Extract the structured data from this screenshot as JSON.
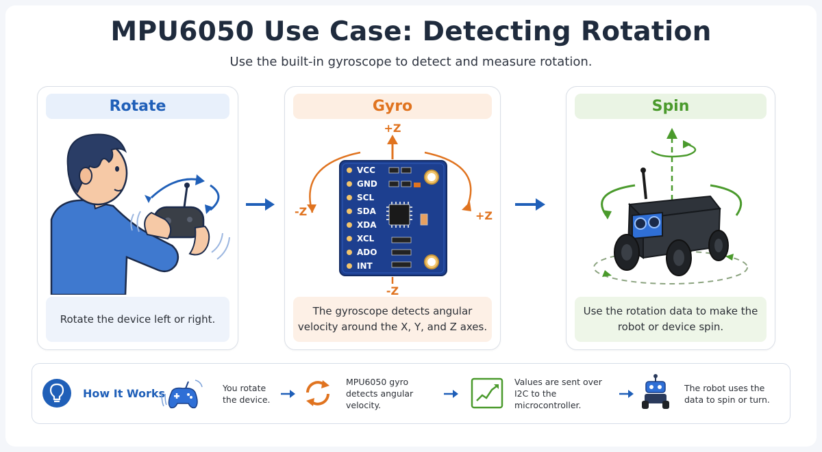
{
  "title": "MPU6050 Use Case: Detecting Rotation",
  "subtitle": "Use the built-in gyroscope to detect and measure rotation.",
  "colors": {
    "blue": "#1f5fb8",
    "orange": "#e0731f",
    "green": "#4a9a2c",
    "board": "#1d3f8f"
  },
  "panels": {
    "rotate": {
      "heading": "Rotate",
      "caption": "Rotate the device left or right."
    },
    "gyro": {
      "heading": "Gyro",
      "caption": "The gyroscope detects angular velocity around the X, Y, and Z axes.",
      "axis_top": "+Z",
      "axis_bottom": "-Z",
      "axis_left": "-Z",
      "axis_right": "+Z",
      "pins": [
        "VCC",
        "GND",
        "SCL",
        "SDA",
        "XDA",
        "XCL",
        "ADO",
        "INT"
      ]
    },
    "spin": {
      "heading": "Spin",
      "caption": "Use the rotation data to make the robot or device spin."
    }
  },
  "how_it_works": {
    "title": "How It Works",
    "icons": [
      "lightbulb-icon",
      "gamepad-icon",
      "refresh-cycle-icon",
      "line-graph-icon",
      "robot-icon"
    ],
    "steps": [
      "You rotate the device.",
      "MPU6050 gyro detects angular velocity.",
      "Values are sent over I2C to the microcontroller.",
      "The robot uses the data to spin or turn."
    ]
  }
}
